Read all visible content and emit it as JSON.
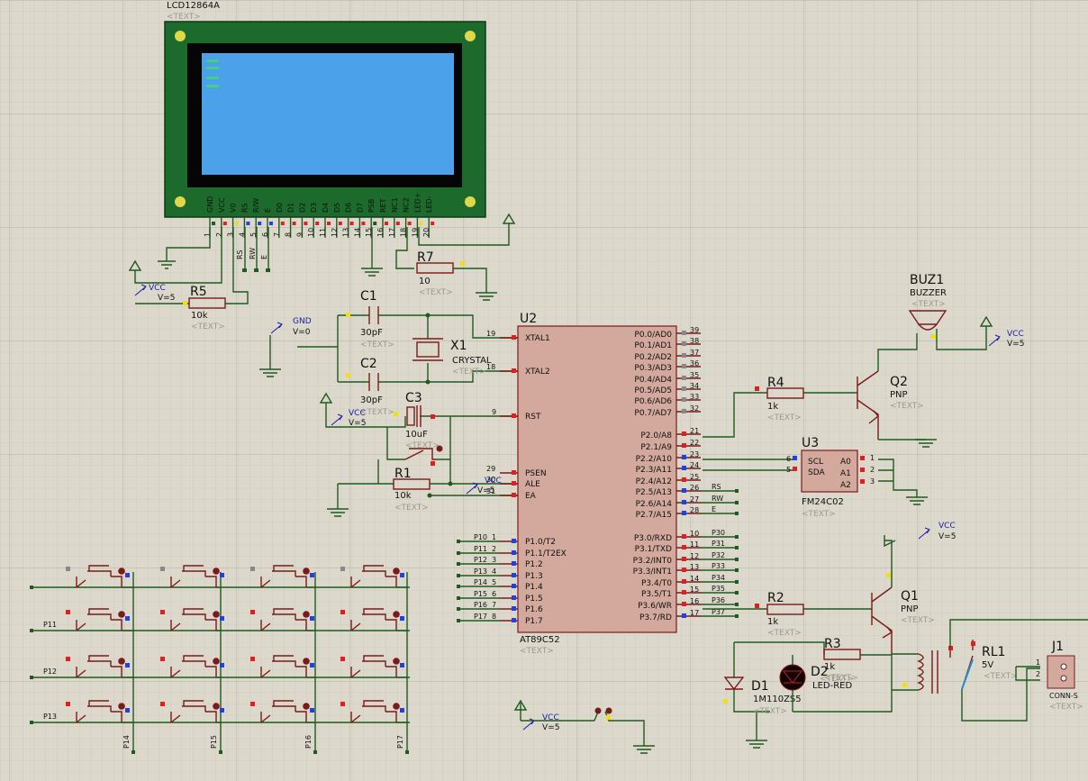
{
  "colors": {
    "background": "#dcd9cc",
    "wire": "#1f5a1f",
    "component": "#7a1a1a",
    "chip_fill": "#d2a99c",
    "lcd_body": "#1c6a2c",
    "lcd_screen": "#4ca2ea",
    "text_placeholder": "#9a9a8a",
    "pin_red": "#e02020",
    "pin_blue": "#2040e0",
    "pin_yellow": "#f0e010"
  },
  "placeholder": "<TEXT>",
  "lcd": {
    "name": "LCD12864A",
    "pins": [
      "GND",
      "VCC",
      "V0",
      "RS",
      "R/W",
      "E",
      "D0",
      "D1",
      "D2",
      "D3",
      "D4",
      "D5",
      "D6",
      "D7",
      "PSB",
      "RET",
      "NC1",
      "NC2",
      "LED+",
      "LED-"
    ],
    "pin_numbers": [
      "1",
      "2",
      "3",
      "4",
      "5",
      "6",
      "7",
      "8",
      "9",
      "10",
      "11",
      "12",
      "13",
      "14",
      "15",
      "16",
      "17",
      "18",
      "19",
      "20"
    ],
    "nets": [
      "RS",
      "RW",
      "E"
    ]
  },
  "r5": {
    "ref": "R5",
    "value": "10k"
  },
  "r7": {
    "ref": "R7",
    "value": "10"
  },
  "vcc_labels": {
    "name": "VCC",
    "value": "V=5"
  },
  "gnd_label": {
    "name": "GND",
    "value": "V=0"
  },
  "c1": {
    "ref": "C1",
    "value": "30pF"
  },
  "c2": {
    "ref": "C2",
    "value": "30pF"
  },
  "c3": {
    "ref": "C3",
    "value": "10uF"
  },
  "x1": {
    "ref": "X1",
    "value": "CRYSTAL"
  },
  "r1": {
    "ref": "R1",
    "value": "10k"
  },
  "mcu": {
    "ref": "U2",
    "part": "AT89C52",
    "left_pins": [
      {
        "num": "19",
        "name": "XTAL1"
      },
      {
        "num": "18",
        "name": "XTAL2"
      },
      {
        "num": "9",
        "name": "RST"
      },
      {
        "num": "29",
        "name": "PSEN"
      },
      {
        "num": "30",
        "name": "ALE"
      },
      {
        "num": "31",
        "name": "EA"
      },
      {
        "num": "1",
        "name": "P1.0/T2",
        "net": "P10"
      },
      {
        "num": "2",
        "name": "P1.1/T2EX",
        "net": "P11"
      },
      {
        "num": "3",
        "name": "P1.2",
        "net": "P12"
      },
      {
        "num": "4",
        "name": "P1.3",
        "net": "P13"
      },
      {
        "num": "5",
        "name": "P1.4",
        "net": "P14"
      },
      {
        "num": "6",
        "name": "P1.5",
        "net": "P15"
      },
      {
        "num": "7",
        "name": "P1.6",
        "net": "P16"
      },
      {
        "num": "8",
        "name": "P1.7",
        "net": "P17"
      }
    ],
    "right_pins": [
      {
        "num": "39",
        "name": "P0.0/AD0"
      },
      {
        "num": "38",
        "name": "P0.1/AD1"
      },
      {
        "num": "37",
        "name": "P0.2/AD2"
      },
      {
        "num": "36",
        "name": "P0.3/AD3"
      },
      {
        "num": "35",
        "name": "P0.4/AD4"
      },
      {
        "num": "34",
        "name": "P0.5/AD5"
      },
      {
        "num": "33",
        "name": "P0.6/AD6"
      },
      {
        "num": "32",
        "name": "P0.7/AD7"
      },
      {
        "num": "21",
        "name": "P2.0/A8"
      },
      {
        "num": "22",
        "name": "P2.1/A9"
      },
      {
        "num": "23",
        "name": "P2.2/A10"
      },
      {
        "num": "24",
        "name": "P2.3/A11"
      },
      {
        "num": "25",
        "name": "P2.4/A12"
      },
      {
        "num": "26",
        "name": "P2.5/A13",
        "net": "RS"
      },
      {
        "num": "27",
        "name": "P2.6/A14",
        "net": "RW"
      },
      {
        "num": "28",
        "name": "P2.7/A15",
        "net": "E"
      },
      {
        "num": "10",
        "name": "P3.0/RXD",
        "net": "P30"
      },
      {
        "num": "11",
        "name": "P3.1/TXD",
        "net": "P31"
      },
      {
        "num": "12",
        "name": "P3.2/INT0",
        "net": "P32"
      },
      {
        "num": "13",
        "name": "P3.3/INT1",
        "net": "P33"
      },
      {
        "num": "14",
        "name": "P3.4/T0",
        "net": "P34"
      },
      {
        "num": "15",
        "name": "P3.5/T1",
        "net": "P35"
      },
      {
        "num": "16",
        "name": "P3.6/WR",
        "net": "P36"
      },
      {
        "num": "17",
        "name": "P3.7/RD",
        "net": "P37"
      }
    ]
  },
  "r4": {
    "ref": "R4",
    "value": "1k"
  },
  "q2": {
    "ref": "Q2",
    "type": "PNP"
  },
  "buz1": {
    "ref": "BUZ1",
    "part": "BUZZER"
  },
  "u3": {
    "ref": "U3",
    "part": "FM24C02",
    "pins_left": [
      {
        "num": "6",
        "name": "SCL"
      },
      {
        "num": "5",
        "name": "SDA"
      }
    ],
    "pins_right": [
      {
        "num": "1",
        "name": "A0"
      },
      {
        "num": "2",
        "name": "A1"
      },
      {
        "num": "3",
        "name": "A2"
      }
    ]
  },
  "r2": {
    "ref": "R2",
    "value": "1k"
  },
  "q1": {
    "ref": "Q1",
    "type": "PNP"
  },
  "r3": {
    "ref": "R3",
    "value": "1k"
  },
  "d1": {
    "ref": "D1",
    "part": "1M110ZS5"
  },
  "d2": {
    "ref": "D2",
    "part": "LED-RED"
  },
  "rl1": {
    "ref": "RL1",
    "value": "5V"
  },
  "j1": {
    "ref": "J1",
    "part": "CONN-S",
    "pins": [
      "1",
      "2"
    ]
  },
  "keypad": {
    "row_nets": [
      "P11",
      "P12",
      "P13"
    ],
    "col_nets": [
      "P14",
      "P15",
      "P16",
      "P17"
    ]
  },
  "bottom_vcc": {
    "name": "VCC",
    "value": "V=5"
  }
}
